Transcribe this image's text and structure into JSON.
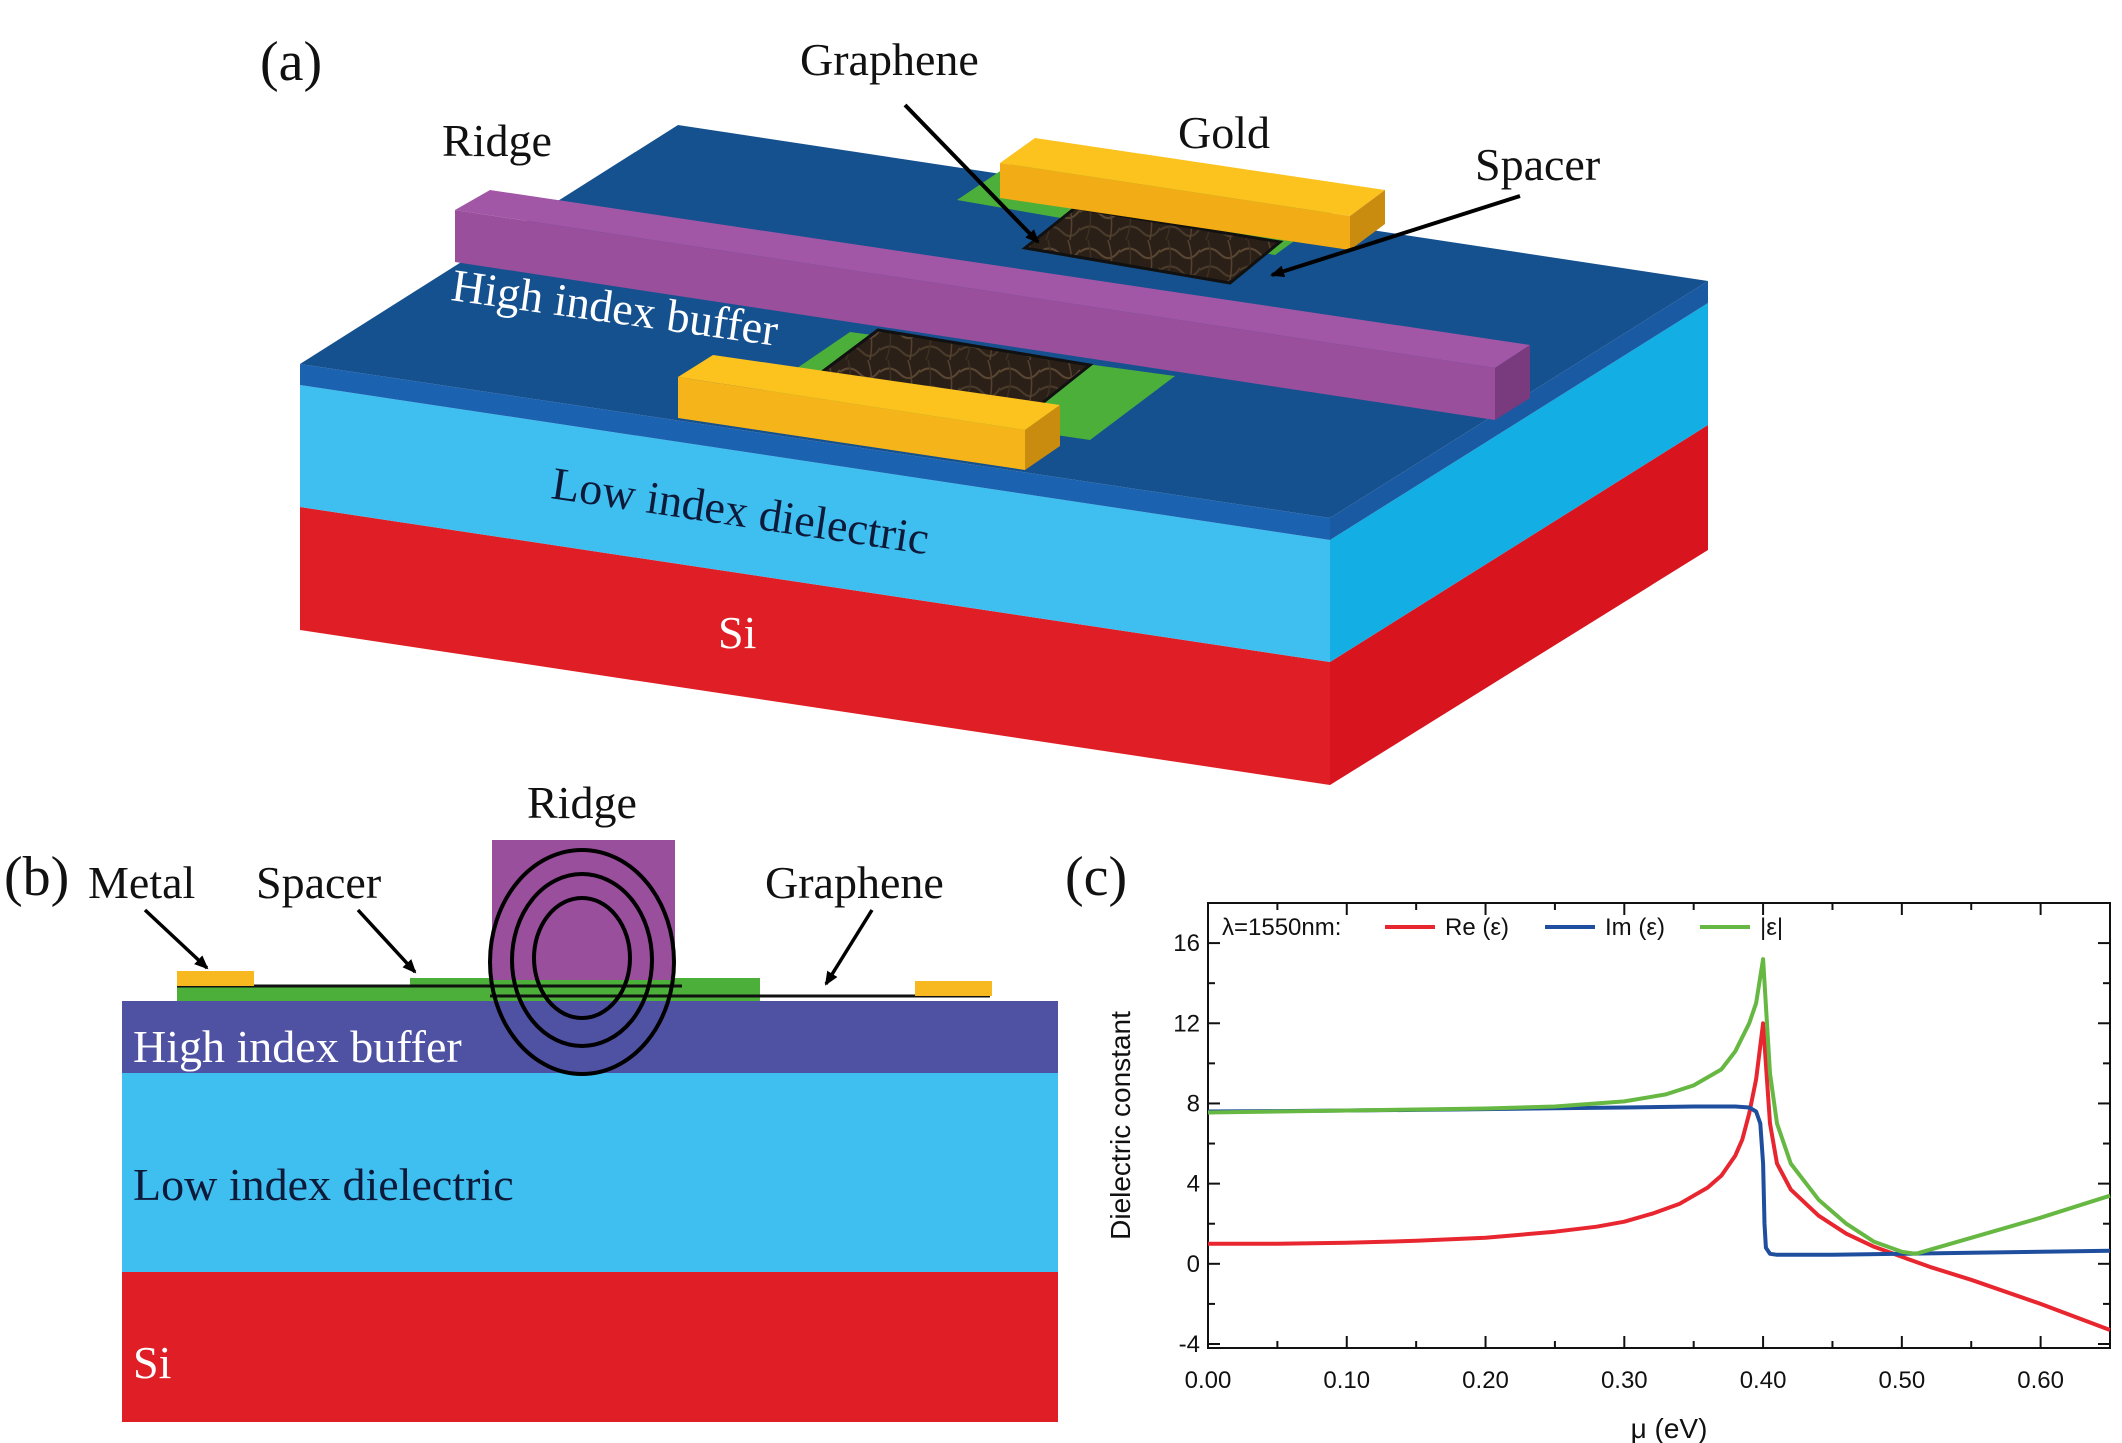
{
  "panels": {
    "a": "(a)",
    "b": "(b)",
    "c": "(c)"
  },
  "panel_a": {
    "ridge": "Ridge",
    "graphene": "Graphene",
    "gold": "Gold",
    "spacer": "Spacer",
    "high_index_buffer": "High index buffer",
    "low_index_dielectric": "Low index dielectric",
    "si": "Si"
  },
  "panel_b": {
    "ridge": "Ridge",
    "metal": "Metal",
    "spacer": "Spacer",
    "graphene": "Graphene",
    "high_index_buffer": "High index buffer",
    "low_index_dielectric": "Low index dielectric",
    "si": "Si"
  },
  "colors": {
    "si": "#e01e25",
    "low_index": "#3ebff0",
    "high_index_3d": "#16518f",
    "high_index_2d": "#4f52a3",
    "ridge": "#9a4f9d",
    "gold": "#f7b820",
    "spacer": "#4caf3a",
    "graphene": "#2b2118"
  },
  "chart_data": {
    "type": "line",
    "legend_prefix": "λ=1550nm:",
    "xlabel": "μ (eV)",
    "ylabel": "Dielectric constant",
    "xlim": [
      0,
      0.65
    ],
    "ylim": [
      -4.2,
      18
    ],
    "xticks": [
      "0.00",
      "0.10",
      "0.20",
      "0.30",
      "0.40",
      "0.50",
      "0.60"
    ],
    "yticks": [
      "-4",
      "0",
      "4",
      "8",
      "12",
      "16"
    ],
    "series": [
      {
        "name": "Re (ε)",
        "color": "#e8262f",
        "x": [
          0,
          0.05,
          0.1,
          0.15,
          0.2,
          0.25,
          0.28,
          0.3,
          0.32,
          0.34,
          0.36,
          0.37,
          0.38,
          0.385,
          0.39,
          0.395,
          0.4,
          0.405,
          0.41,
          0.42,
          0.44,
          0.46,
          0.48,
          0.5,
          0.52,
          0.55,
          0.6,
          0.65
        ],
        "values": [
          1.0,
          1.0,
          1.05,
          1.15,
          1.3,
          1.6,
          1.85,
          2.1,
          2.5,
          3.0,
          3.8,
          4.4,
          5.4,
          6.2,
          7.5,
          9.2,
          12.0,
          7.0,
          5.0,
          3.7,
          2.4,
          1.5,
          0.85,
          0.35,
          -0.15,
          -0.8,
          -2.0,
          -3.3
        ]
      },
      {
        "name": "Im (ε)",
        "color": "#1f4e9e",
        "x": [
          0,
          0.05,
          0.1,
          0.15,
          0.2,
          0.25,
          0.3,
          0.35,
          0.38,
          0.39,
          0.395,
          0.398,
          0.4,
          0.401,
          0.402,
          0.405,
          0.41,
          0.42,
          0.45,
          0.5,
          0.55,
          0.6,
          0.65
        ],
        "values": [
          7.6,
          7.62,
          7.65,
          7.68,
          7.72,
          7.76,
          7.8,
          7.85,
          7.85,
          7.8,
          7.6,
          7.0,
          5.0,
          2.0,
          0.8,
          0.5,
          0.45,
          0.45,
          0.45,
          0.5,
          0.55,
          0.6,
          0.65
        ]
      },
      {
        "name": "|ε|",
        "color": "#66b843",
        "x": [
          0,
          0.05,
          0.1,
          0.15,
          0.2,
          0.25,
          0.3,
          0.33,
          0.35,
          0.37,
          0.38,
          0.39,
          0.395,
          0.4,
          0.405,
          0.41,
          0.42,
          0.44,
          0.46,
          0.48,
          0.5,
          0.51,
          0.53,
          0.55,
          0.6,
          0.65
        ],
        "values": [
          7.55,
          7.6,
          7.65,
          7.7,
          7.75,
          7.85,
          8.1,
          8.45,
          8.9,
          9.7,
          10.6,
          12.0,
          13.0,
          15.2,
          9.5,
          7.0,
          5.0,
          3.2,
          2.0,
          1.1,
          0.6,
          0.5,
          0.9,
          1.3,
          2.3,
          3.4
        ]
      }
    ]
  }
}
